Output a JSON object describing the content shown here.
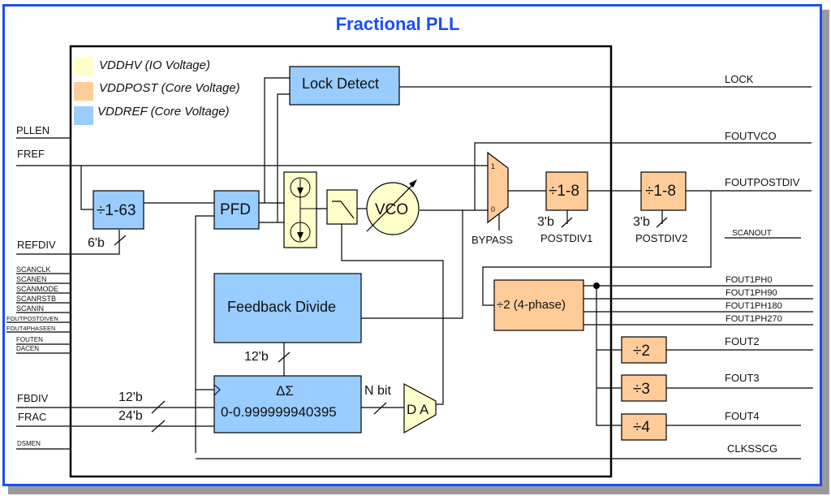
{
  "title": "Fractional PLL",
  "colors": {
    "frame_border": "#1a4ef5",
    "title": "#1a4ef5",
    "vddhv": "#ffffcc",
    "vddpost": "#ffcc99",
    "vddref": "#99ccff"
  },
  "legend": [
    {
      "label": "VDDHV (IO Voltage)",
      "swatch": "vddhv"
    },
    {
      "label": "VDDPOST (Core Voltage)",
      "swatch": "vddpost"
    },
    {
      "label": "VDDREF (Core Voltage)",
      "swatch": "vddref"
    }
  ],
  "inputs": {
    "pllen": "PLLEN",
    "fref": "FREF",
    "refdiv": "REFDIV",
    "scan": [
      "SCANCLK",
      "SCANEN",
      "SCANMODE",
      "SCANRSTB",
      "SCANIN",
      "FOUTPOSTDIVEN",
      "FOUT4PHASEEN",
      "FOUTEN",
      "DACEN"
    ],
    "fbdiv": "FBDIV",
    "frac": "FRAC",
    "dsmen": "DSMEN"
  },
  "outputs": {
    "lock": "LOCK",
    "foutvco": "FOUTVCO",
    "foutpostdiv": "FOUTPOSTDIV",
    "scanout": "SCANOUT",
    "fout1ph": [
      "FOUT1PH0",
      "FOUT1PH90",
      "FOUT1PH180",
      "FOUT1PH270"
    ],
    "fout2": "FOUT2",
    "fout3": "FOUT3",
    "fout4": "FOUT4",
    "clksscg": "CLKSSCG"
  },
  "blocks": {
    "lock_detect": "Lock Detect",
    "ref_divider": "÷1-63",
    "pfd": "PFD",
    "vco": "VCO",
    "feedback_divide": "Feedback Divide",
    "delta_sigma_symbol": "ΔΣ",
    "delta_sigma_range": "0-0.999999940395",
    "dac": "D A",
    "postdiv1": "÷1-8",
    "postdiv2": "÷1-8",
    "div4phase": "÷2 (4-phase)",
    "div2": "÷2",
    "div3": "÷3",
    "div4": "÷4"
  },
  "mux": {
    "in1": "1",
    "in0": "0",
    "select": "BYPASS"
  },
  "bus_labels": {
    "refdiv_width": "6'b",
    "postdiv1_width": "3'b",
    "postdiv1_name": "POSTDIV1",
    "postdiv2_width": "3'b",
    "postdiv2_name": "POSTDIV2",
    "fb_to_dsm": "12'b",
    "fbdiv_width": "12'b",
    "frac_width": "24'b",
    "dsm_to_dac": "N bit"
  }
}
